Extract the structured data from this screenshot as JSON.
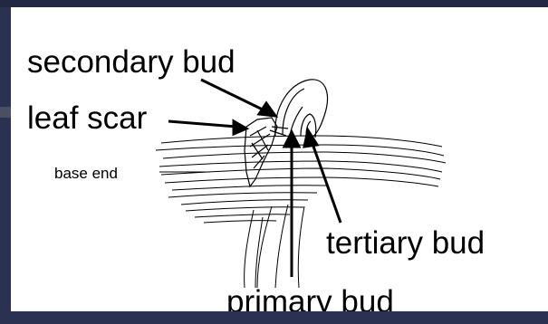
{
  "diagram": {
    "labels": {
      "secondary_bud": "secondary bud",
      "leaf_scar": "leaf scar",
      "base_end": "base end",
      "tertiary_bud": "tertiary bud",
      "primary_bud": "primary bud"
    },
    "colors": {
      "background": "#2b3150",
      "panel": "#ffffff",
      "ink": "#000000"
    }
  }
}
